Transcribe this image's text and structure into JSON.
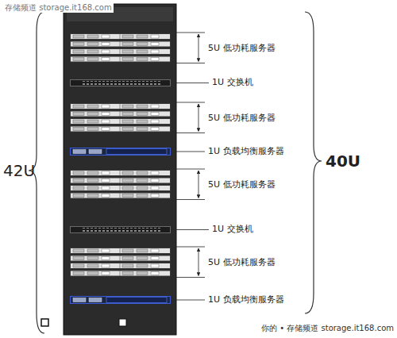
{
  "diagram": {
    "labels": [
      "存储频道 storage.it168.com",
      "5U 低功耗服务器",
      "1U 交换机",
      "5U 低功耗服务器",
      "1U 负载均衡服务器",
      "5U 低功耗服务器",
      "1U 交换机",
      "5U 低功耗服务器",
      "1U 负载均衡服务器",
      "42U",
      "40U",
      "你的 • 存储频道 storage.it168.com"
    ]
  }
}
